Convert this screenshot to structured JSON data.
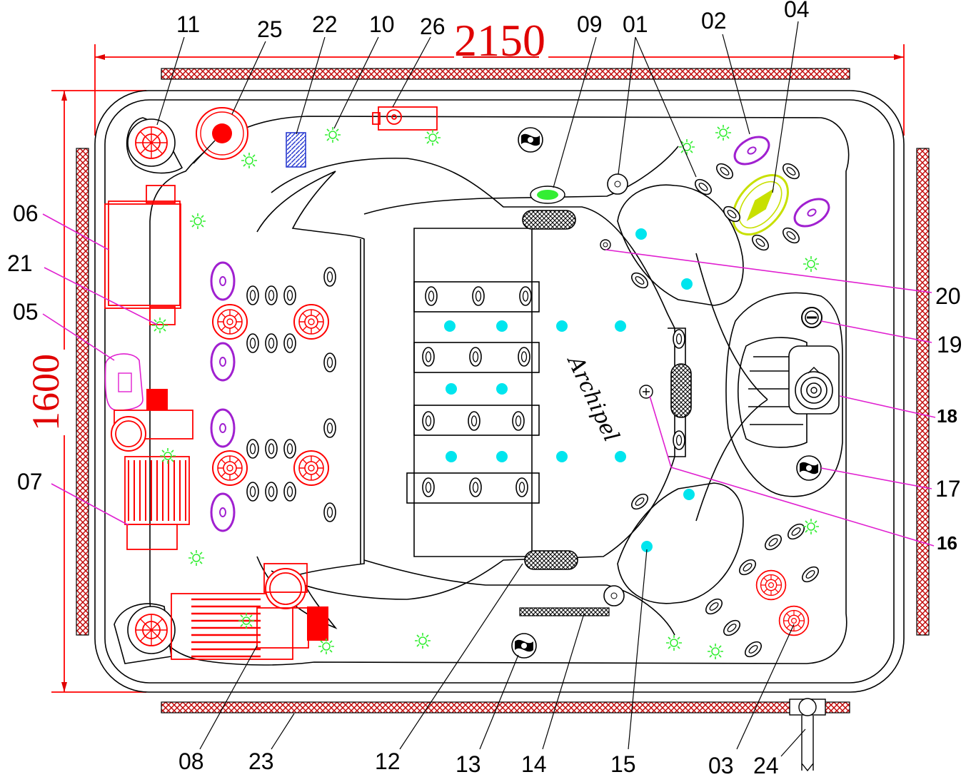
{
  "dimensions": {
    "width_label": "2150",
    "height_label": "1600"
  },
  "brand": "Archipel",
  "callouts": [
    {
      "id": "c11",
      "label": "11"
    },
    {
      "id": "c25",
      "label": "25"
    },
    {
      "id": "c22",
      "label": "22"
    },
    {
      "id": "c10",
      "label": "10"
    },
    {
      "id": "c26",
      "label": "26"
    },
    {
      "id": "c09",
      "label": "09"
    },
    {
      "id": "c01",
      "label": "01"
    },
    {
      "id": "c02",
      "label": "02"
    },
    {
      "id": "c04",
      "label": "04"
    },
    {
      "id": "c06",
      "label": "06"
    },
    {
      "id": "c21",
      "label": "21"
    },
    {
      "id": "c05",
      "label": "05"
    },
    {
      "id": "c07",
      "label": "07"
    },
    {
      "id": "c20",
      "label": "20"
    },
    {
      "id": "c19",
      "label": "19"
    },
    {
      "id": "c18",
      "label": "18"
    },
    {
      "id": "c17",
      "label": "17"
    },
    {
      "id": "c16",
      "label": "16"
    },
    {
      "id": "c08",
      "label": "08"
    },
    {
      "id": "c23",
      "label": "23"
    },
    {
      "id": "c12",
      "label": "12"
    },
    {
      "id": "c13",
      "label": "13"
    },
    {
      "id": "c14",
      "label": "14"
    },
    {
      "id": "c15",
      "label": "15"
    },
    {
      "id": "c03",
      "label": "03"
    },
    {
      "id": "c24",
      "label": "24"
    }
  ],
  "colors": {
    "outline": "#000000",
    "equipment": "#ff0000",
    "dimension": "#e00000",
    "led": "#33ee33",
    "light": "#00e5ee",
    "massage_jet": "#a020d0",
    "leader_line": "#e020d0",
    "air_jet": "#c8e000",
    "skirt_hatch": "#c00000",
    "air_bubble": "#2a3bd0"
  }
}
